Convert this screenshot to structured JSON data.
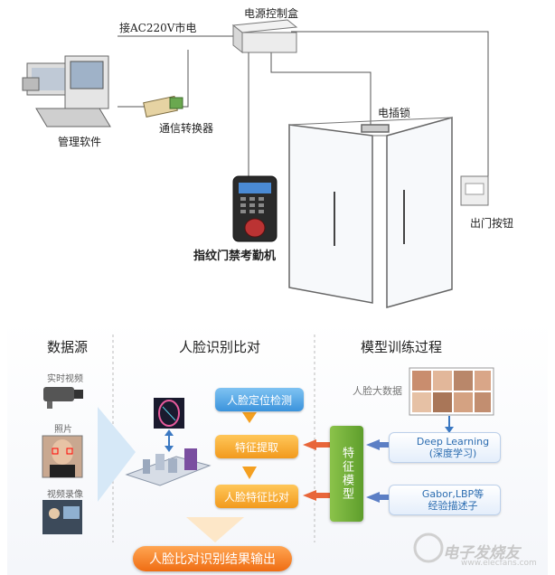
{
  "top_diagram": {
    "power_input_label": "接AC220V市电",
    "power_box_label": "电源控制盒",
    "software_label": "管理软件",
    "converter_label": "通信转换器",
    "door_lock_label": "电插锁",
    "terminal_label": "指纹门禁考勤机",
    "exit_button_label": "出门按钮"
  },
  "bottom_diagram": {
    "col_titles": [
      "数据源",
      "人脸识别比对",
      "模型训练过程"
    ],
    "sources": [
      "实时视频",
      "照片",
      "视频录像"
    ],
    "steps": [
      "人脸定位检测",
      "特征提取",
      "人脸特征比对"
    ],
    "model_label": "特征模型",
    "face_db_label": "人脸大数据",
    "method1": {
      "line1": "Deep Learning",
      "line2": "(深度学习)"
    },
    "method2": {
      "line1": "Gabor,LBP等",
      "line2": "经验描述子"
    },
    "result_label": "人脸比对识别结果输出"
  },
  "watermark": {
    "text": "电子发烧友",
    "sub": "www.elecfans.com"
  },
  "colors": {
    "step_blue": "#3b93dc",
    "step_orange": "#f29a1d",
    "model_green": "#6aa834",
    "arrow_orange": "#e8663a",
    "result_orange": "#ef6d13"
  }
}
